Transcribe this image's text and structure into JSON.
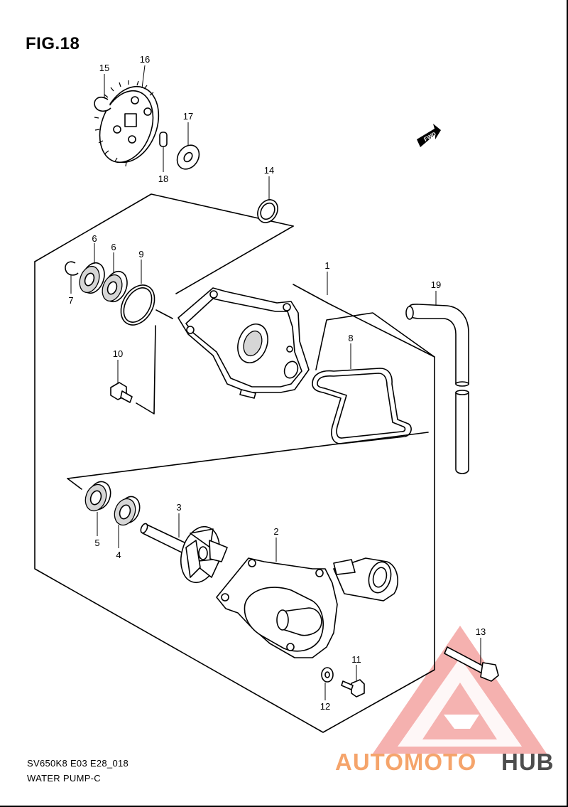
{
  "figure": {
    "title": "FIG.18"
  },
  "footer": {
    "model_code": "SV650K8 E03 E28_018",
    "part_title": "WATER PUMP-C"
  },
  "direction_tag": {
    "label": "FWD"
  },
  "watermark": {
    "text_a": "AUTOMOTO",
    "text_b": "HUB",
    "color_a": "#f5a46b",
    "color_b": "#4d4d4d",
    "logo_color": "#e8413c"
  },
  "callouts": {
    "p1": "1",
    "p2": "2",
    "p3": "3",
    "p4": "4",
    "p5": "5",
    "p6a": "6",
    "p6b": "6",
    "p7": "7",
    "p8": "8",
    "p9": "9",
    "p10": "10",
    "p11": "11",
    "p12": "12",
    "p13": "13",
    "p14": "14",
    "p15": "15",
    "p16": "16",
    "p17": "17",
    "p18": "18",
    "p19": "19"
  }
}
